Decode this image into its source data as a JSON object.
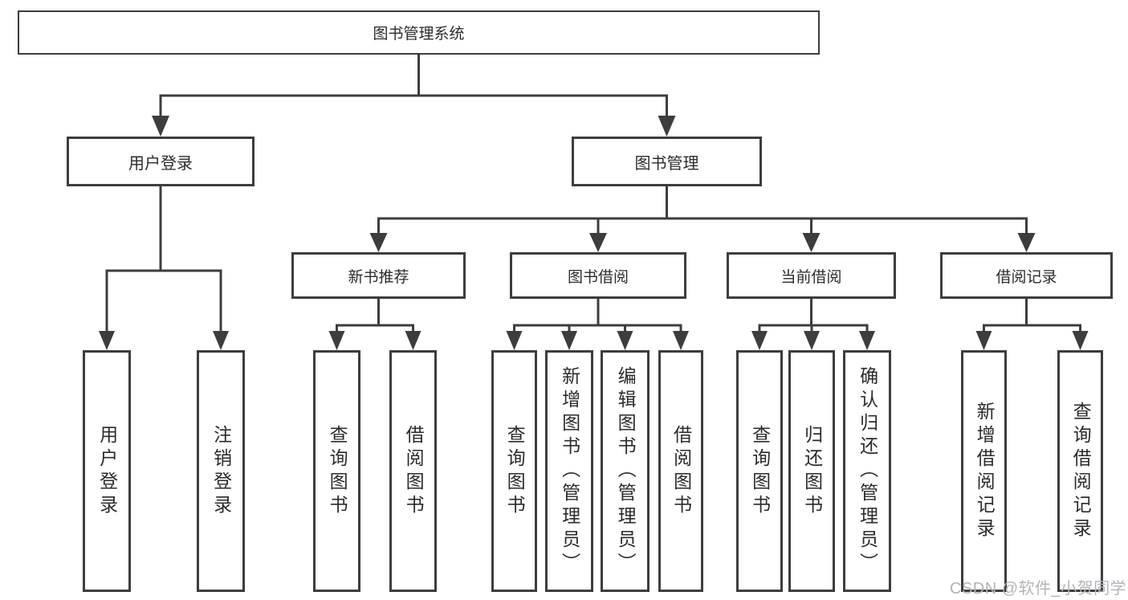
{
  "nodes": {
    "root": {
      "label": "图书管理系统"
    },
    "level2": {
      "user_login": {
        "label": "用户登录"
      },
      "book_mgmt": {
        "label": "图书管理"
      }
    },
    "level3": {
      "new_books": {
        "label": "新书推荐"
      },
      "book_borrow": {
        "label": "图书借阅"
      },
      "current_borrow": {
        "label": "当前借阅"
      },
      "borrow_records": {
        "label": "借阅记录"
      }
    },
    "leaves": {
      "user_login": [
        "用户登录",
        "注销登录"
      ],
      "new_books": [
        "查询图书",
        "借阅图书"
      ],
      "book_borrow": [
        "查询图书",
        "新增图书（管理员）",
        "编辑图书（管理员）",
        "借阅图书"
      ],
      "current_borrow": [
        "查询图书",
        "归还图书",
        "确认归还（管理员）"
      ],
      "borrow_records": [
        "新增借阅记录",
        "查询借阅记录"
      ]
    }
  },
  "watermark": "CSDN @软件_小贺同学",
  "colors": {
    "line": "#3d3d3d",
    "text": "#2b2b2b",
    "watermark_text": "#b3b3bc",
    "background": "#ffffff"
  }
}
